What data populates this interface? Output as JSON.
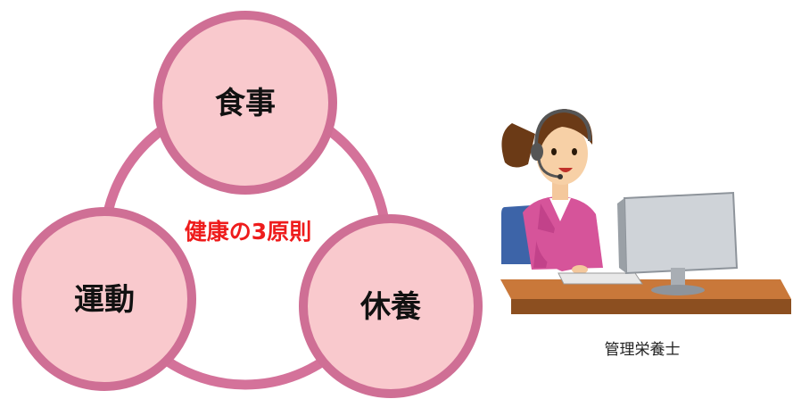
{
  "diagram": {
    "center_label": "健康の3原則",
    "nodes": [
      {
        "id": "top",
        "label": "食事"
      },
      {
        "id": "left",
        "label": "運動"
      },
      {
        "id": "right",
        "label": "休養"
      }
    ],
    "colors": {
      "ring": "#d4729a",
      "circle_fill": "#f9c9cd",
      "circle_stroke": "#cf6f95",
      "center_text": "#ee1c1c"
    }
  },
  "illustration": {
    "caption": "管理栄養士",
    "subject": "dietitian-with-headset-at-computer"
  }
}
